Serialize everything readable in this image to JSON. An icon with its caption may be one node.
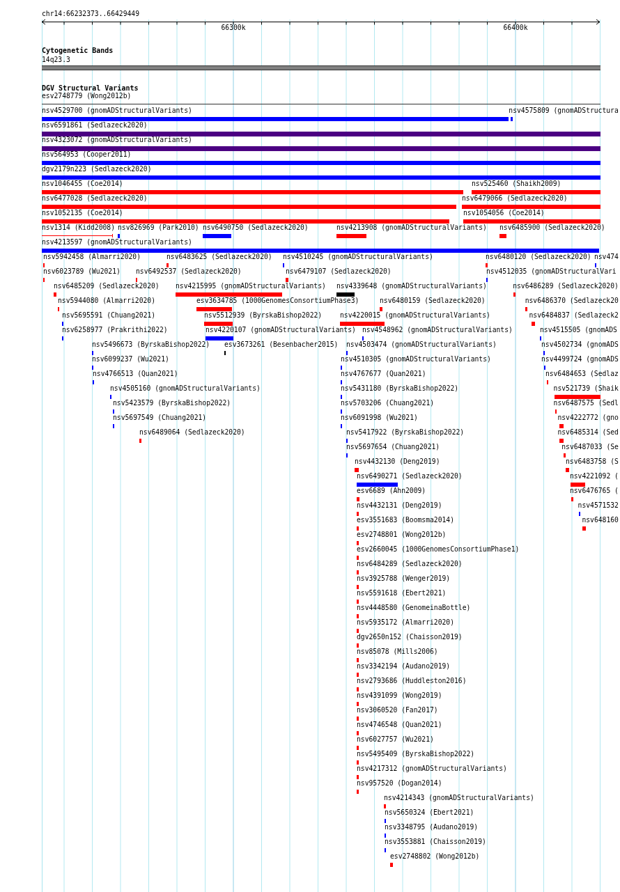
{
  "diagram": {
    "nodes": [
      {
        "text": [
          "14q23.3"
        ]
      },
      {
        "text": [
          "esv2748779 (Wong2012b)"
        ]
      },
      {
        "text": [
          "nsv4529700 (gnomADStructuralVariants)"
        ]
      },
      {
        "text": [
          "nsv4575809 (gnomADStructura"
        ]
      },
      {
        "text": [
          "nsv6591861 (Sedlazeck2020)"
        ]
      },
      {
        "text": [
          "nsv4323072 (gnomADStructuralVariants)"
        ]
      },
      {
        "text": [
          "nsv564953 (Cooper2011)"
        ]
      },
      {
        "text": [
          "dgv2179n223 (Sedlazeck2020)"
        ]
      },
      {
        "text": [
          "nsv1046455 (Coe2014)"
        ]
      },
      {
        "text": [
          "nsv525460 (Shaikh2009)"
        ]
      },
      {
        "text": [
          "nsv6477028 (Sedlazeck2020)"
        ]
      },
      {
        "text": [
          "nsv6479066 (Sedlazeck2020)"
        ]
      },
      {
        "text": [
          "nsv1052135 (Coe2014)"
        ]
      },
      {
        "text": [
          "nsv1054056 (Coe2014)"
        ]
      },
      {
        "text": [
          "nsv1314 (Kidd2008)"
        ]
      },
      {
        "text": [
          "nsv826969 (Park2010)"
        ]
      },
      {
        "text": [
          "nsv6490750 (Sedlazeck2020)"
        ]
      },
      {
        "text": [
          "nsv4213908 (gnomADStructuralVariants)"
        ]
      },
      {
        "text": [
          "nsv6485900 (Sedlazeck2020)"
        ]
      },
      {
        "text": [
          "nsv4213597 (gnomADStructuralVariants)"
        ]
      },
      {
        "text": [
          "nsv5942458 (Almarri2020)"
        ]
      },
      {
        "text": [
          "nsv6483625 (Sedlazeck2020)"
        ]
      },
      {
        "text": [
          "nsv4510245 (gnomADStructuralVariants)"
        ]
      },
      {
        "text": [
          "nsv6480120 (Sedlazeck2020)"
        ]
      },
      {
        "text": [
          "nsv474"
        ]
      },
      {
        "text": [
          "nsv6023789 (Wu2021)"
        ]
      },
      {
        "text": [
          "nsv6492537 (Sedlazeck2020)"
        ]
      },
      {
        "text": [
          "nsv6479107 (Sedlazeck2020)"
        ]
      },
      {
        "text": [
          "nsv4512035 (gnomADStructuralVari"
        ]
      },
      {
        "text": [
          "nsv6485209 (Sedlazeck2020)"
        ]
      },
      {
        "text": [
          "nsv4215995 (gnomADStructuralVariants)"
        ]
      },
      {
        "text": [
          "nsv4339648 (gnomADStructuralVariants)"
        ]
      },
      {
        "text": [
          "nsv6486289 (Sedlazeck2020)"
        ]
      },
      {
        "text": [
          "nsv5944080 (Almarri2020)"
        ]
      },
      {
        "text": [
          "esv3634785 (1000GenomesConsortiumPhase3)"
        ]
      },
      {
        "text": [
          "nsv6480159 (Sedlazeck2020)"
        ]
      },
      {
        "text": [
          "nsv6486370 (Sedlazeck20"
        ]
      },
      {
        "text": [
          "nsv5695591 (Chuang2021)"
        ]
      },
      {
        "text": [
          "nsv5512939 (ByrskaBishop2022)"
        ]
      },
      {
        "text": [
          "nsv4220015 (gnomADStructuralVariants)"
        ]
      },
      {
        "text": [
          "nsv6484837 (Sedlazeck2"
        ]
      },
      {
        "text": [
          "nsv6258977 (Prakrithi2022)"
        ]
      },
      {
        "text": [
          "nsv4220107 (gnomADStructuralVariants)"
        ]
      },
      {
        "text": [
          "nsv4548962 (gnomADStructuralVariants)"
        ]
      },
      {
        "text": [
          "nsv4515505 (gnomADS"
        ]
      },
      {
        "text": [
          "nsv5496673 (ByrskaBishop2022)"
        ]
      },
      {
        "text": [
          "esv3673261 (Besenbacher2015)"
        ]
      },
      {
        "text": [
          "nsv4503474 (gnomADStructuralVariants)"
        ]
      },
      {
        "text": [
          "nsv4502734 (gnomADS"
        ]
      },
      {
        "text": [
          "nsv6099237 (Wu2021)"
        ]
      },
      {
        "text": [
          "nsv4510305 (gnomADStructuralVariants)"
        ]
      },
      {
        "text": [
          "nsv4499724 (gnomADS"
        ]
      },
      {
        "text": [
          "nsv4766513 (Quan2021)"
        ]
      },
      {
        "text": [
          "nsv4767677 (Quan2021)"
        ]
      },
      {
        "text": [
          "nsv6484653 (Sedlaz"
        ]
      },
      {
        "text": [
          "nsv4505160 (gnomADStructuralVariants)"
        ]
      },
      {
        "text": [
          "nsv5431180 (ByrskaBishop2022)"
        ]
      },
      {
        "text": [
          "nsv521739 (Shaik"
        ]
      },
      {
        "text": [
          "nsv5423579 (ByrskaBishop2022)"
        ]
      },
      {
        "text": [
          "nsv5703206 (Chuang2021)"
        ]
      },
      {
        "text": [
          "nsv6487575 (Sedl"
        ]
      },
      {
        "text": [
          "nsv5697549 (Chuang2021)"
        ]
      },
      {
        "text": [
          "nsv6091998 (Wu2021)"
        ]
      },
      {
        "text": [
          "nsv4222772 (gno"
        ]
      },
      {
        "text": [
          "nsv6489064 (Sedlazeck2020)"
        ]
      },
      {
        "text": [
          "nsv5417922 (ByrskaBishop2022)"
        ]
      },
      {
        "text": [
          "nsv6485314 (Sed"
        ]
      },
      {
        "text": [
          "nsv5697654 (Chuang2021)"
        ]
      },
      {
        "text": [
          "nsv6487033 (Se"
        ]
      },
      {
        "text": [
          "nsv4432130 (Deng2019)"
        ]
      },
      {
        "text": [
          "nsv6483758 (S"
        ]
      },
      {
        "text": [
          "nsv6490271 (Sedlazeck2020)"
        ]
      },
      {
        "text": [
          "nsv4221092 ("
        ]
      },
      {
        "text": [
          "esv6689 (Ahn2009)"
        ]
      },
      {
        "text": [
          "nsv6476765 ("
        ]
      },
      {
        "text": [
          "nsv4432131 (Deng2019)"
        ]
      },
      {
        "text": [
          "nsv4571532"
        ]
      },
      {
        "text": [
          "esv3551683 (Boomsma2014)"
        ]
      },
      {
        "text": [
          "nsv648160"
        ]
      },
      {
        "text": [
          "esv2748801 (Wong2012b)"
        ]
      },
      {
        "text": [
          "esv2660045 (1000GenomesConsortiumPhase1)"
        ]
      },
      {
        "text": [
          "nsv6484289 (Sedlazeck2020)"
        ]
      },
      {
        "text": [
          "nsv3925788 (Wenger2019)"
        ]
      },
      {
        "text": [
          "nsv5591618 (Ebert2021)"
        ]
      },
      {
        "text": [
          "nsv4448580 (GenomeinaBottle)"
        ]
      },
      {
        "text": [
          "nsv5935172 (Almarri2020)"
        ]
      },
      {
        "text": [
          "dgv2650n152 (Chaisson2019)"
        ]
      },
      {
        "text": [
          "nsv85078 (Mills2006)"
        ]
      },
      {
        "text": [
          "nsv3342194 (Audano2019)"
        ]
      },
      {
        "text": [
          "nsv2793686 (Huddleston2016)"
        ]
      },
      {
        "text": [
          "nsv4391099 (Wong2019)"
        ]
      },
      {
        "text": [
          "nsv3060520 (Fan2017)"
        ]
      },
      {
        "text": [
          "nsv4746548 (Quan2021)"
        ]
      },
      {
        "text": [
          "nsv6027757 (Wu2021)"
        ]
      },
      {
        "text": [
          "nsv5495409 (ByrskaBishop2022)"
        ]
      },
      {
        "text": [
          "nsv4217312 (gnomADStructuralVariants)"
        ]
      },
      {
        "text": [
          "nsv957520 (Dogan2014)"
        ]
      },
      {
        "text": [
          "nsv4214343 (gnomADStructuralVariants)"
        ]
      },
      {
        "text": [
          "nsv5650324 (Ebert2021)"
        ]
      },
      {
        "text": [
          "nsv3348795 (Audano2019)"
        ]
      },
      {
        "text": [
          "nsv3553881 (Chaisson2019)"
        ]
      },
      {
        "text": [
          "esv2748802 (Wong2012b)"
        ]
      }
    ],
    "labels": [
      "chr14:66232373..66429449",
      "66300k",
      "66400k",
      "Cytogenetic Bands",
      "DGV Structural Variants"
    ]
  }
}
